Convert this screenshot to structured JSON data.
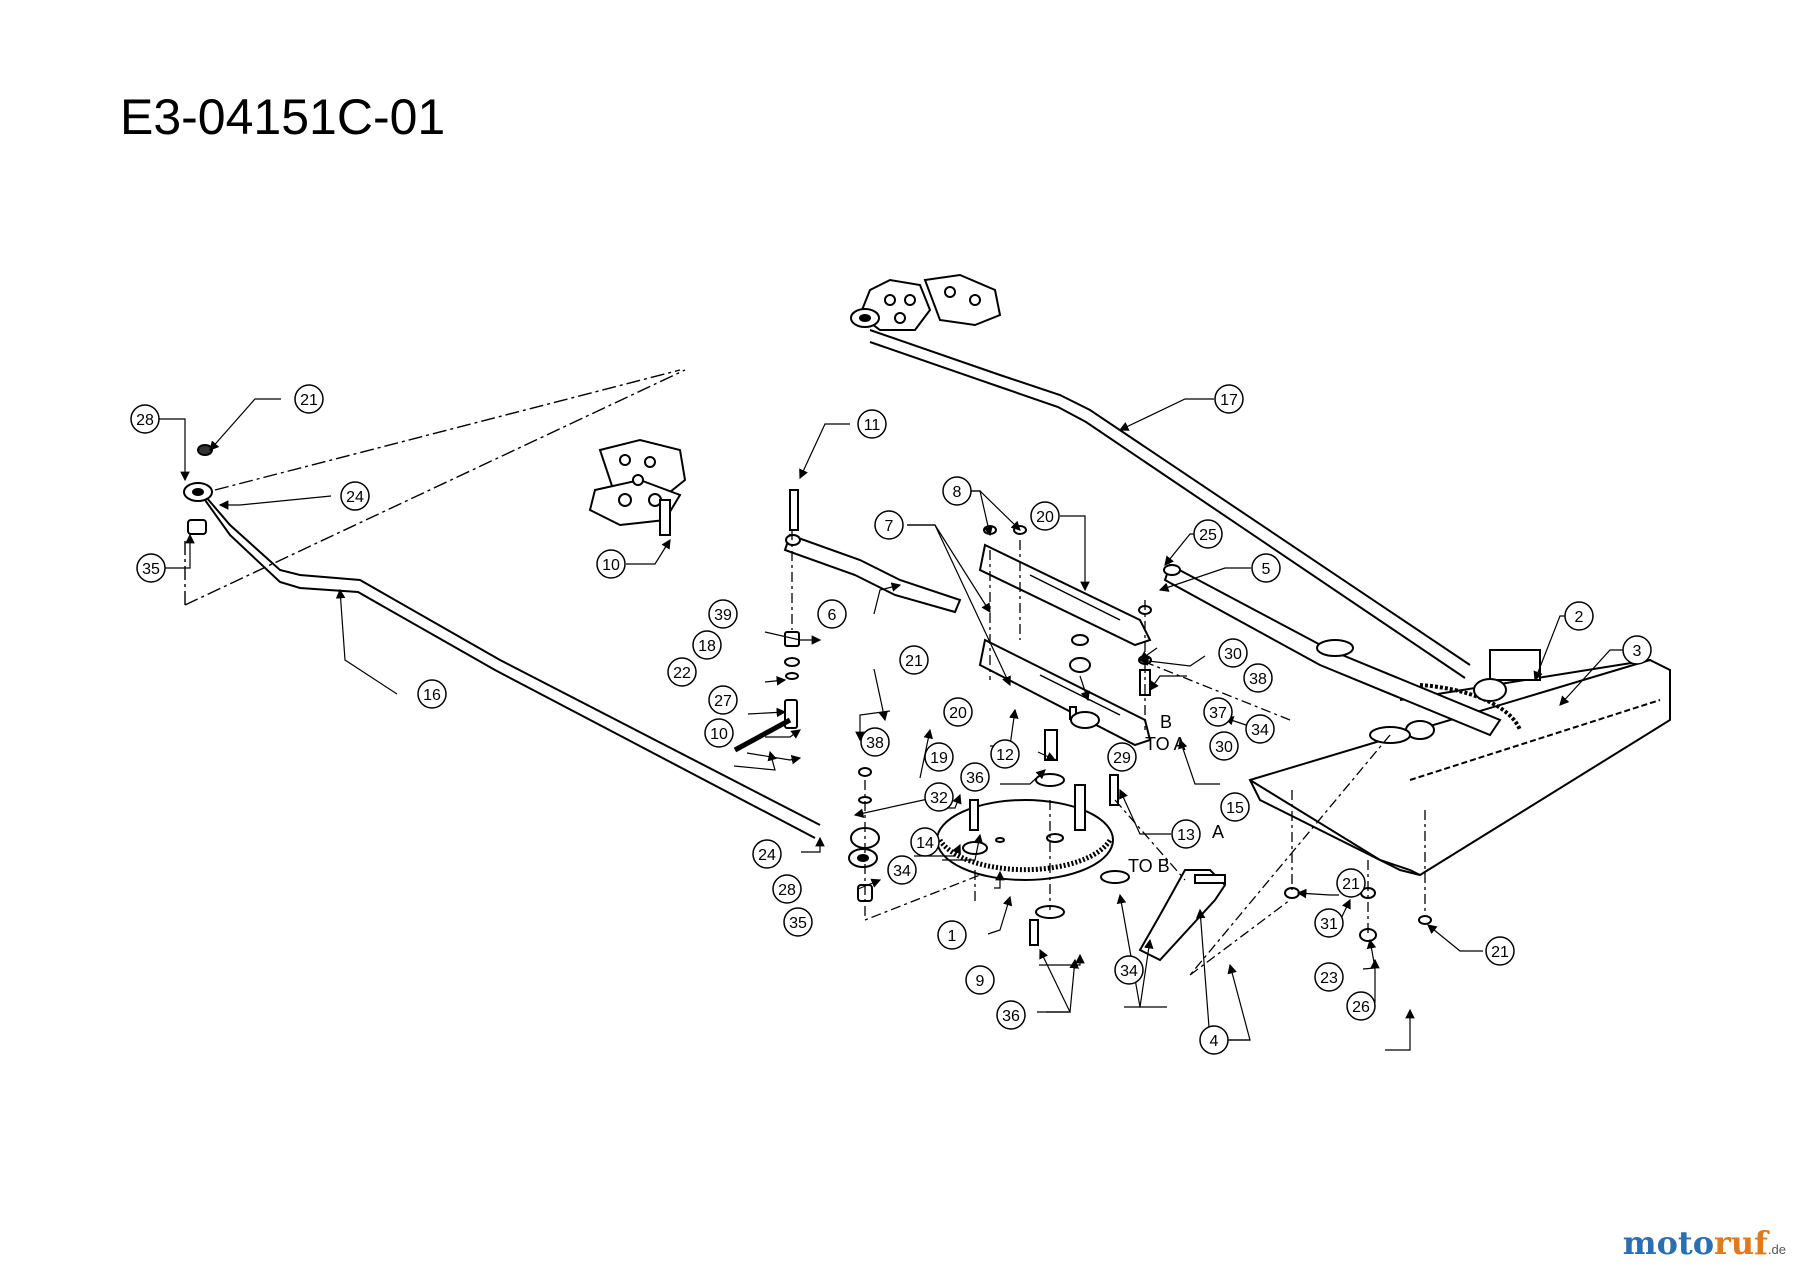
{
  "title": "E3-04151C-01",
  "watermark": {
    "part1": "moto",
    "part2": "ruf",
    "suffix": ".de",
    "color1": "#2c6fb0",
    "color2": "#e07a1e"
  },
  "annotations": {
    "to_a": "TO A",
    "to_b": "TO B",
    "a": "A",
    "b": "B"
  },
  "callouts": {
    "c1": "1",
    "c2": "2",
    "c3": "3",
    "c4": "4",
    "c5": "5",
    "c6": "6",
    "c7": "7",
    "c8": "8",
    "c9": "9",
    "c10a": "10",
    "c10b": "10",
    "c11": "11",
    "c12": "12",
    "c13": "13",
    "c14": "14",
    "c15": "15",
    "c16": "16",
    "c17": "17",
    "c18": "18",
    "c19": "19",
    "c20a": "20",
    "c20b": "20",
    "c21a": "21",
    "c21b": "21",
    "c21c": "21",
    "c21d": "21",
    "c22": "22",
    "c23": "23",
    "c24a": "24",
    "c24b": "24",
    "c25": "25",
    "c26": "26",
    "c27": "27",
    "c28a": "28",
    "c28b": "28",
    "c29": "29",
    "c30a": "30",
    "c30b": "30",
    "c31": "31",
    "c32": "32",
    "c34a": "34",
    "c34b": "34",
    "c34c": "34",
    "c35a": "35",
    "c35b": "35",
    "c36a": "36",
    "c36b": "36",
    "c37": "37",
    "c38a": "38",
    "c38b": "38",
    "c39": "39"
  }
}
